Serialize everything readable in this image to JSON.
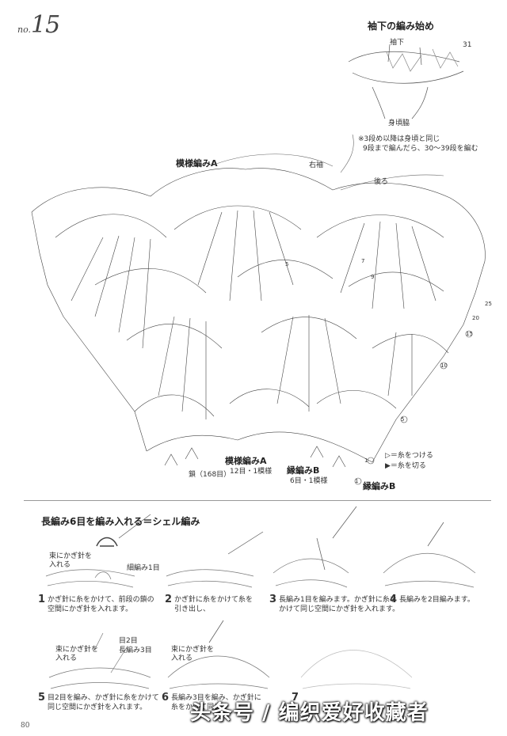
{
  "header": {
    "no_prefix": "no.",
    "no_number": "15"
  },
  "sleeve_start": {
    "title": "袖下の編み始め",
    "label_sleeve_under": "袖下",
    "label_body_side": "身頃脇",
    "note_line1": "※3段め以降は身頃と同じ",
    "note_line2": "9段まで編んだら、30～39段を編む",
    "row_marker": "31"
  },
  "main_chart": {
    "label_pattern_a_top": "模様編みA",
    "label_right_sleeve": "右袖",
    "label_back": "後ろ",
    "label_pattern_a_bottom": "模様編みA",
    "label_repeat_a": "12目・1模様",
    "label_chain": "鎖（168目）",
    "label_edge_b": "縁編みB",
    "label_repeat_b": "6目・1模様",
    "label_edge_b_2": "縁編みB",
    "legend_attach": "▷＝糸をつける",
    "legend_cut": "▶＝糸を切る",
    "row_numbers": [
      "1",
      "5",
      "10",
      "15",
      "20",
      "25",
      "1",
      "5",
      "7",
      "9"
    ]
  },
  "shell_section": {
    "title": "長編み6目を編み入れる＝シェル編み",
    "steps": [
      {
        "num": "1",
        "text_line1": "かぎ針に糸をかけて、前段の鎖の",
        "text_line2": "空間にかぎ針を入れます。",
        "callout1": "束にかぎ針を",
        "callout2": "入れる",
        "callout3": "細編み1目"
      },
      {
        "num": "2",
        "text_line1": "かぎ針に糸をかけて糸を",
        "text_line2": "引き出し、",
        "callout1": "",
        "callout2": "",
        "callout3": ""
      },
      {
        "num": "3",
        "text_line1": "長編み1目を編みます。かぎ針に糸を",
        "text_line2": "かけて同じ空間にかぎ針を入れます。",
        "callout1": "",
        "callout2": "",
        "callout3": ""
      },
      {
        "num": "4",
        "text_line1": "長編みを2目編みます。",
        "text_line2": "",
        "callout1": "",
        "callout2": "",
        "callout3": ""
      },
      {
        "num": "5",
        "text_line1": "目2目を編み、かぎ針に糸をかけて",
        "text_line2": "同じ空間にかぎ針を入れます。",
        "callout1": "束にかぎ針を",
        "callout2": "入れる",
        "callout3": "目2目",
        "callout4": "長編み3目"
      },
      {
        "num": "6",
        "text_line1": "長編み3目を編み、かぎ針に",
        "text_line2": "糸をかけて同じ",
        "callout1": "束にかぎ針を",
        "callout2": "入れる",
        "callout3": ""
      },
      {
        "num": "7",
        "text_line1": "",
        "text_line2": "",
        "callout1": "",
        "callout2": "",
        "callout3": ""
      }
    ]
  },
  "watermark": "头条号 / 编织爱好收藏者",
  "page_number": "80"
}
